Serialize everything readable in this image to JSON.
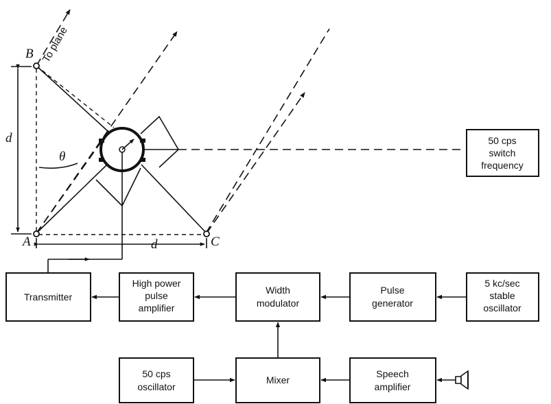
{
  "boxes": {
    "switch_freq": [
      "50 cps",
      "switch",
      "frequency"
    ],
    "transmitter": [
      "Transmitter"
    ],
    "hp_amp": [
      "High power",
      "pulse",
      "amplifier"
    ],
    "width_mod": [
      "Width",
      "modulator"
    ],
    "pulse_gen": [
      "Pulse",
      "generator"
    ],
    "stable_osc": [
      "5 kc/sec",
      "stable",
      "oscillator"
    ],
    "osc_50": [
      "50 cps",
      "oscillator"
    ],
    "mixer": [
      "Mixer"
    ],
    "speech_amp": [
      "Speech",
      "amplifier"
    ]
  },
  "labels": {
    "point_a": "A",
    "point_b": "B",
    "point_c": "C",
    "dist_vertical": "d",
    "dist_horizontal": "d",
    "angle": "θ",
    "to_plane": "To plane"
  }
}
